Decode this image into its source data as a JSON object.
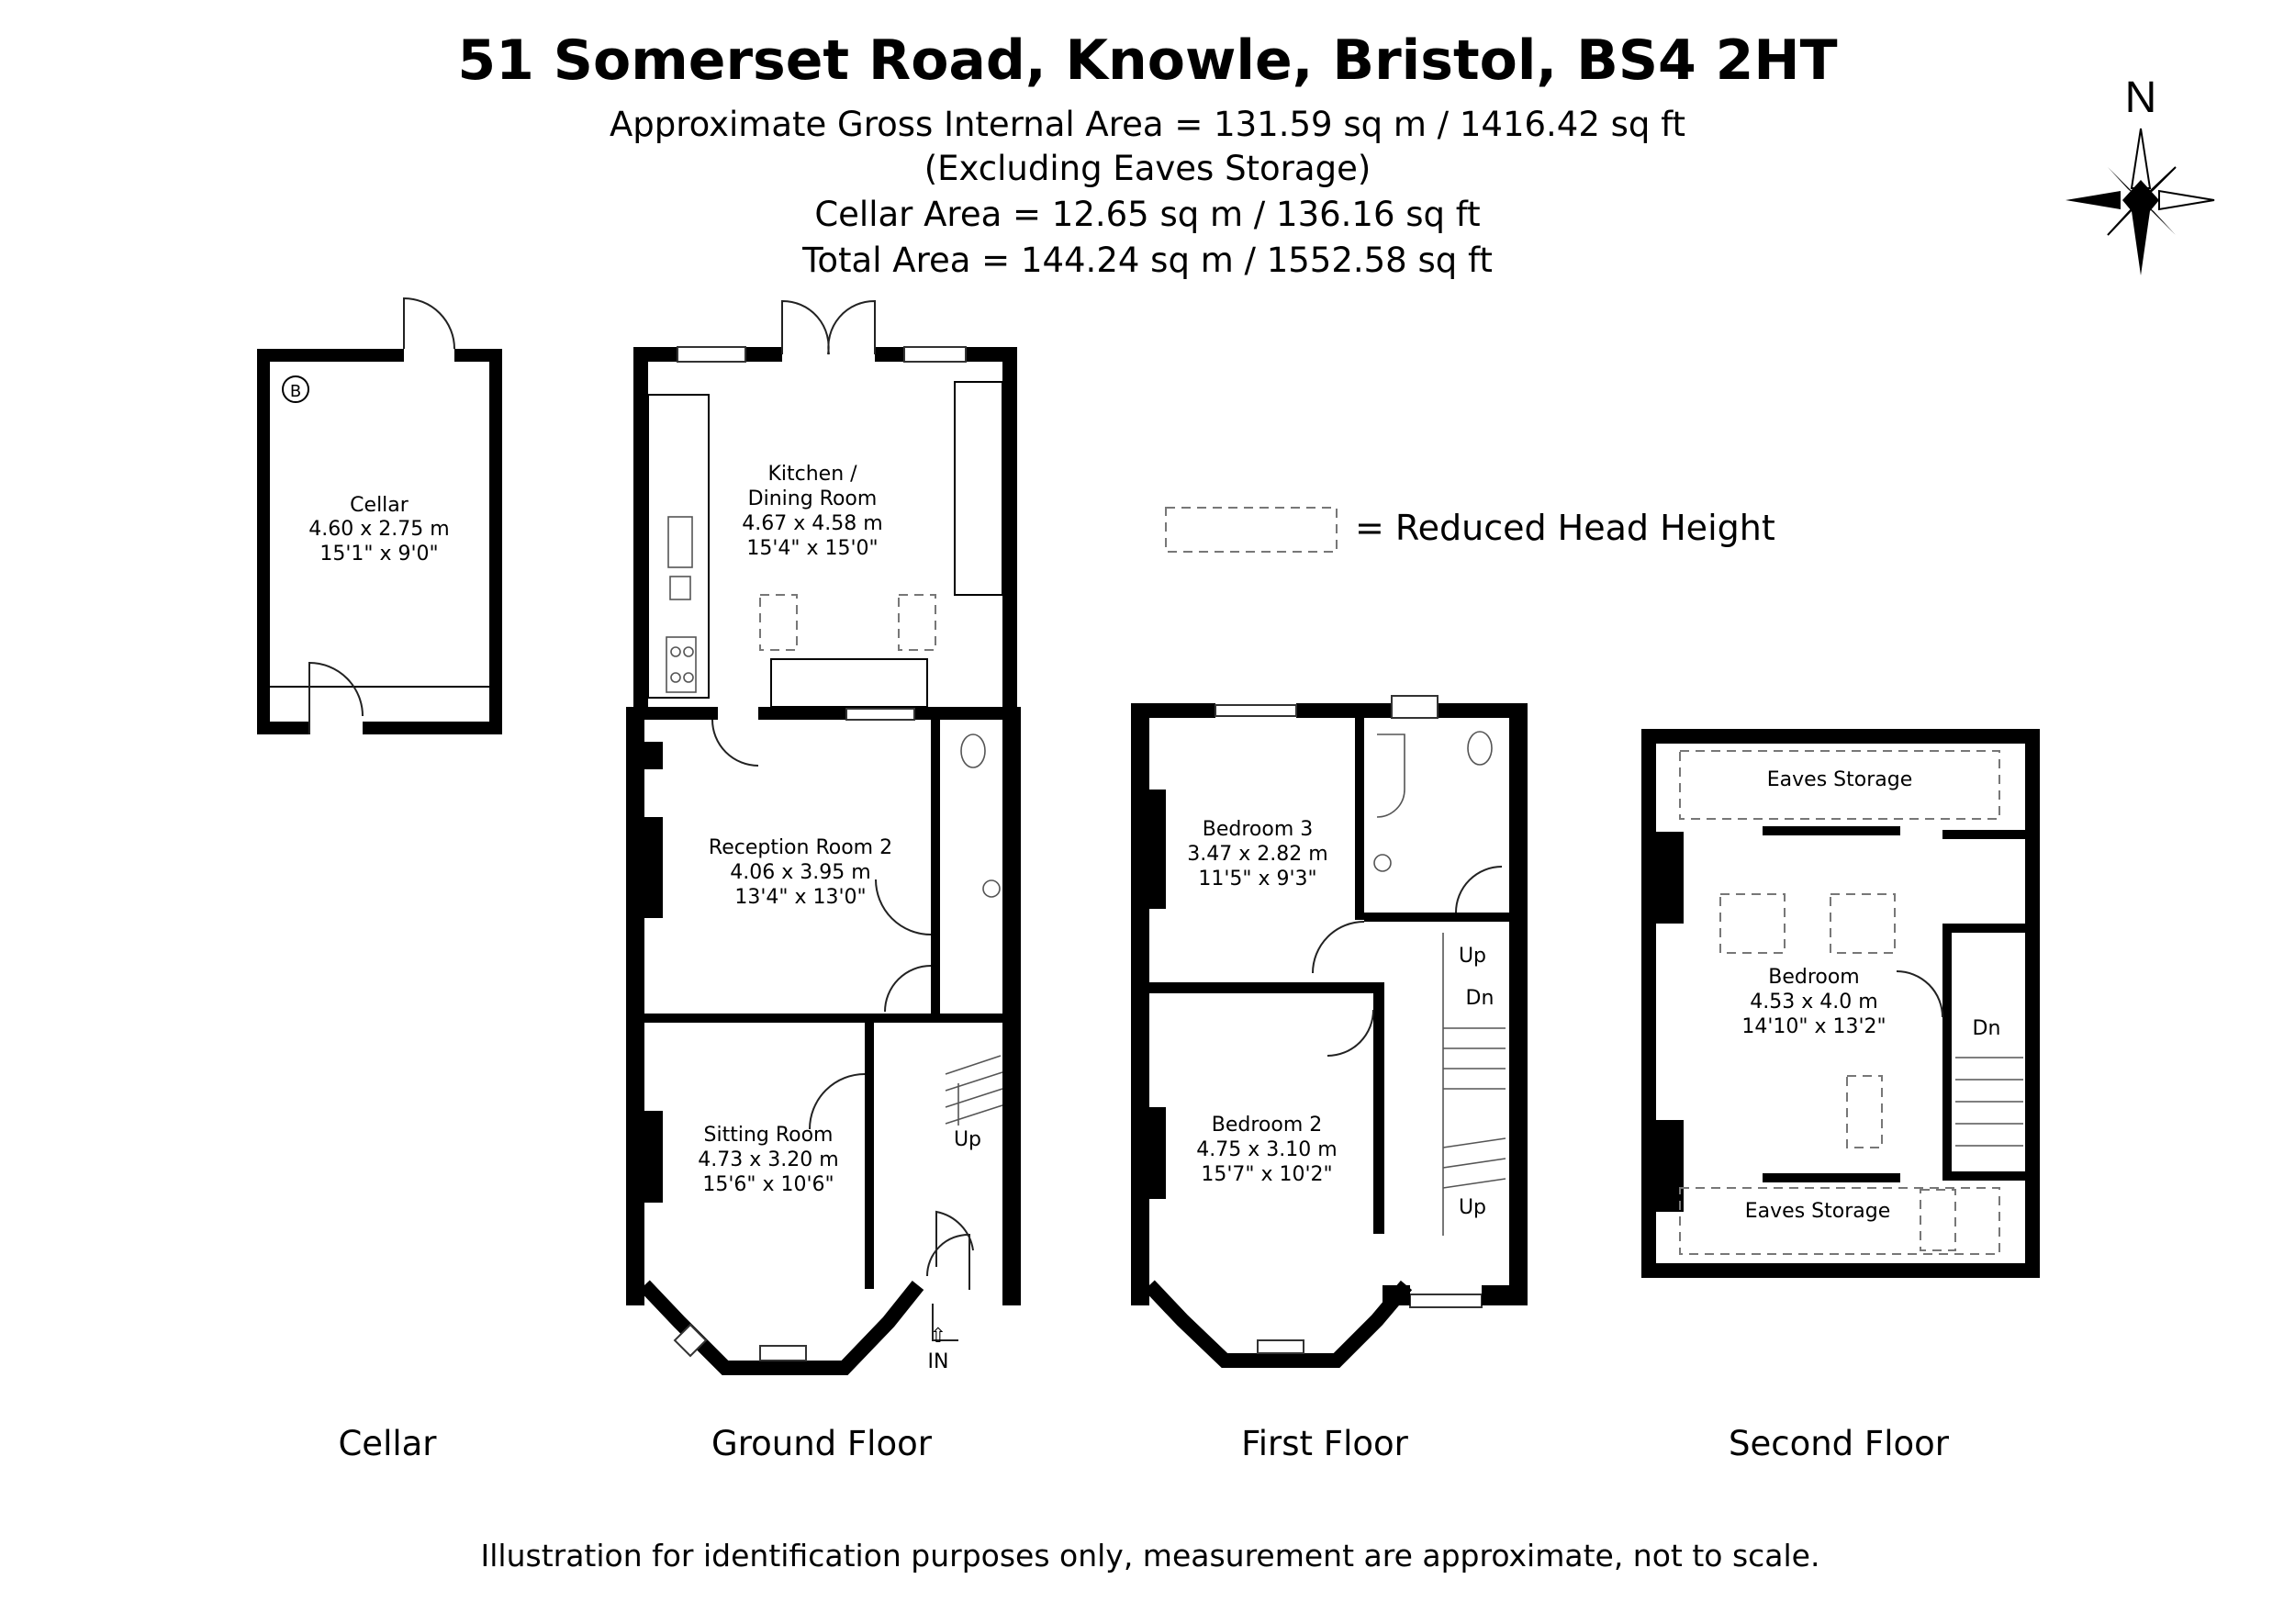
{
  "header": {
    "title": "51 Somerset Road, Knowle, Bristol, BS4 2HT",
    "gross_area": "Approximate Gross Internal Area = 131.59 sq m / 1416.42 sq ft",
    "excluding": "(Excluding Eaves Storage)",
    "cellar_area": "Cellar Area = 12.65 sq m / 136.16 sq ft",
    "total_area": "Total Area = 144.24 sq m / 1552.58 sq ft"
  },
  "compass": {
    "label": "N",
    "icon": "north-arrow-icon"
  },
  "legend": {
    "label": "= Reduced Head Height",
    "icon": "dashed-rectangle-icon"
  },
  "rooms": {
    "cellar": {
      "name": "Cellar",
      "metric": "4.60 x 2.75 m",
      "imperial": "15'1\" x 9'0\""
    },
    "boiler": {
      "label": "B"
    },
    "kitchen": {
      "name1": "Kitchen /",
      "name2": "Dining Room",
      "metric": "4.67 x 4.58 m",
      "imperial": "15'4\" x 15'0\""
    },
    "reception": {
      "name": "Reception Room 2",
      "metric": "4.06 x 3.95 m",
      "imperial": "13'4\" x 13'0\""
    },
    "sitting": {
      "name": "Sitting Room",
      "metric": "4.73 x 3.20 m",
      "imperial": "15'6\" x 10'6\""
    },
    "bedroom3": {
      "name": "Bedroom 3",
      "metric": "3.47 x 2.82 m",
      "imperial": "11'5\" x 9'3\""
    },
    "bedroom2": {
      "name": "Bedroom 2",
      "metric": "4.75 x 3.10 m",
      "imperial": "15'7\" x 10'2\""
    },
    "bedroom_top": {
      "name": "Bedroom",
      "metric": "4.53 x 4.0 m",
      "imperial": "14'10\" x 13'2\""
    },
    "eaves": {
      "name": "Eaves Storage"
    }
  },
  "stairs": {
    "up": "Up",
    "down": "Dn",
    "entrance": "IN"
  },
  "floors": {
    "cellar": "Cellar",
    "ground": "Ground Floor",
    "first": "First Floor",
    "second": "Second Floor"
  },
  "disclaimer": "Illustration for identification purposes only, measurement are approximate, not to scale."
}
